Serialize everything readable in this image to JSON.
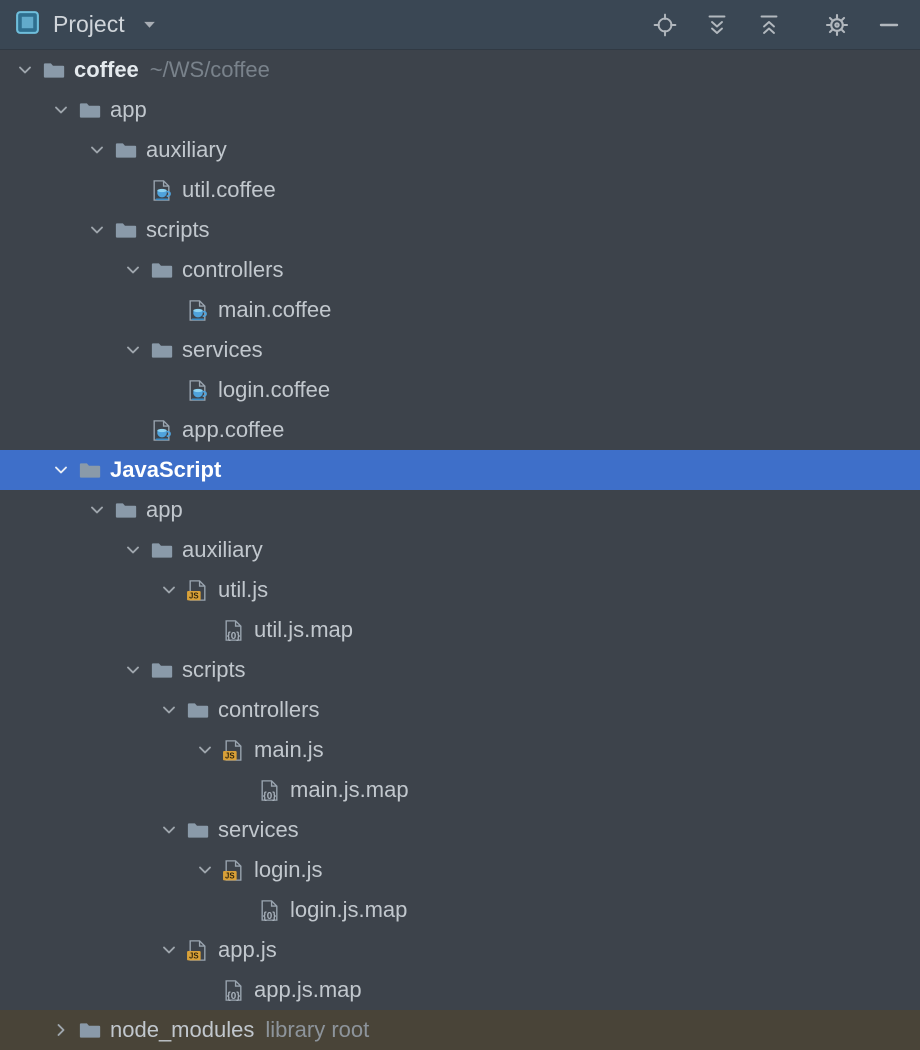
{
  "header": {
    "title": "Project",
    "tool_icons": [
      {
        "name": "target-locate-icon"
      },
      {
        "name": "expand-all-icon"
      },
      {
        "name": "collapse-all-icon"
      },
      {
        "name": "gear-icon"
      },
      {
        "name": "minimize-icon"
      }
    ]
  },
  "colors": {
    "header_bg": "#3A4754",
    "tree_bg": "#3D434B",
    "selection_blue": "#3E6FC9",
    "library_row_bg": "#494438",
    "folder_icon": "#8A9AA9",
    "js_badge_orange": "#D8A038",
    "coffee_cup_blue": "#4FA3DC"
  },
  "tree": {
    "items": [
      {
        "label": "coffee",
        "suffix": "~/WS/coffee",
        "level": 0,
        "icon": "folder-icon",
        "chevron": "expanded",
        "bold": true
      },
      {
        "label": "app",
        "level": 1,
        "icon": "folder-icon",
        "chevron": "expanded"
      },
      {
        "label": "auxiliary",
        "level": 2,
        "icon": "folder-icon",
        "chevron": "expanded"
      },
      {
        "label": "util.coffee",
        "level": 3,
        "icon": "coffeescript-file-icon",
        "chevron": "none"
      },
      {
        "label": "scripts",
        "level": 2,
        "icon": "folder-icon",
        "chevron": "expanded"
      },
      {
        "label": "controllers",
        "level": 3,
        "icon": "folder-icon",
        "chevron": "expanded"
      },
      {
        "label": "main.coffee",
        "level": 4,
        "icon": "coffeescript-file-icon",
        "chevron": "none"
      },
      {
        "label": "services",
        "level": 3,
        "icon": "folder-icon",
        "chevron": "expanded"
      },
      {
        "label": "login.coffee",
        "level": 4,
        "icon": "coffeescript-file-icon",
        "chevron": "none"
      },
      {
        "label": "app.coffee",
        "level": 3,
        "icon": "coffeescript-file-icon",
        "chevron": "none"
      },
      {
        "label": "JavaScript",
        "level": 1,
        "icon": "folder-icon",
        "chevron": "expanded",
        "bold": true,
        "selected": true
      },
      {
        "label": "app",
        "level": 2,
        "icon": "folder-icon",
        "chevron": "expanded"
      },
      {
        "label": "auxiliary",
        "level": 3,
        "icon": "folder-icon",
        "chevron": "expanded"
      },
      {
        "label": "util.js",
        "level": 4,
        "icon": "javascript-file-icon",
        "chevron": "expanded"
      },
      {
        "label": "util.js.map",
        "level": 5,
        "icon": "sourcemap-file-icon",
        "chevron": "none"
      },
      {
        "label": "scripts",
        "level": 3,
        "icon": "folder-icon",
        "chevron": "expanded"
      },
      {
        "label": "controllers",
        "level": 4,
        "icon": "folder-icon",
        "chevron": "expanded"
      },
      {
        "label": "main.js",
        "level": 5,
        "icon": "javascript-file-icon",
        "chevron": "expanded"
      },
      {
        "label": "main.js.map",
        "level": 6,
        "icon": "sourcemap-file-icon",
        "chevron": "none"
      },
      {
        "label": "services",
        "level": 4,
        "icon": "folder-icon",
        "chevron": "expanded"
      },
      {
        "label": "login.js",
        "level": 5,
        "icon": "javascript-file-icon",
        "chevron": "expanded"
      },
      {
        "label": "login.js.map",
        "level": 6,
        "icon": "sourcemap-file-icon",
        "chevron": "none"
      },
      {
        "label": "app.js",
        "level": 4,
        "icon": "javascript-file-icon",
        "chevron": "expanded"
      },
      {
        "label": "app.js.map",
        "level": 5,
        "icon": "sourcemap-file-icon",
        "chevron": "none"
      },
      {
        "label": "node_modules",
        "suffix": "library root",
        "level": 1,
        "icon": "folder-icon",
        "chevron": "collapsed",
        "library": true
      }
    ]
  }
}
